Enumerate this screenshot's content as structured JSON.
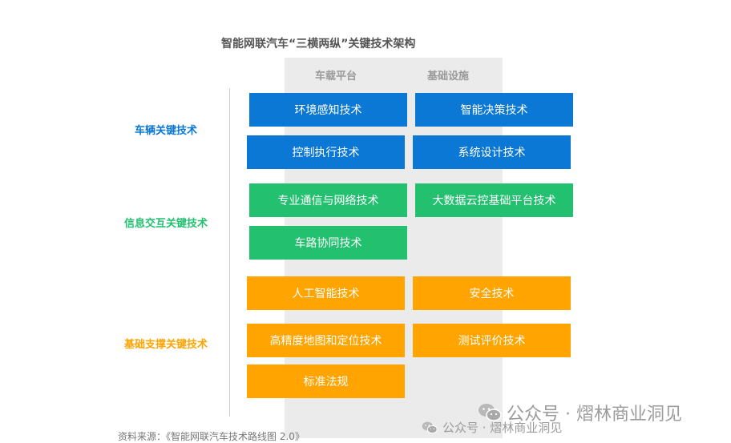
{
  "title": "智能网联汽车“三横两纵”关键技术架构",
  "columns": {
    "left": "车载平台",
    "right": "基础设施"
  },
  "categories": {
    "vehicle": {
      "label": "车辆关键技术",
      "color": "#0a78d4"
    },
    "info": {
      "label": "信息交互关键技术",
      "color": "#23c070"
    },
    "base": {
      "label": "基础支撑关键技术",
      "color": "#ffa400"
    }
  },
  "boxes": {
    "env": "环境感知技术",
    "decision": "智能决策技术",
    "control": "控制执行技术",
    "system": "系统设计技术",
    "comm": "专业通信与网络技术",
    "bigdata": "大数据云控基础平台技术",
    "v2x": "车路协同技术",
    "ai": "人工智能技术",
    "security": "安全技术",
    "map": "高精度地图和定位技术",
    "test": "测试评价技术",
    "std": "标准法规"
  },
  "source": "资料来源：《智能网联汽车技术路线图 2.0》",
  "watermark": {
    "large": "公众号 · 熠林商业洞见",
    "small": "公众号 · 熠林商业洞见"
  }
}
